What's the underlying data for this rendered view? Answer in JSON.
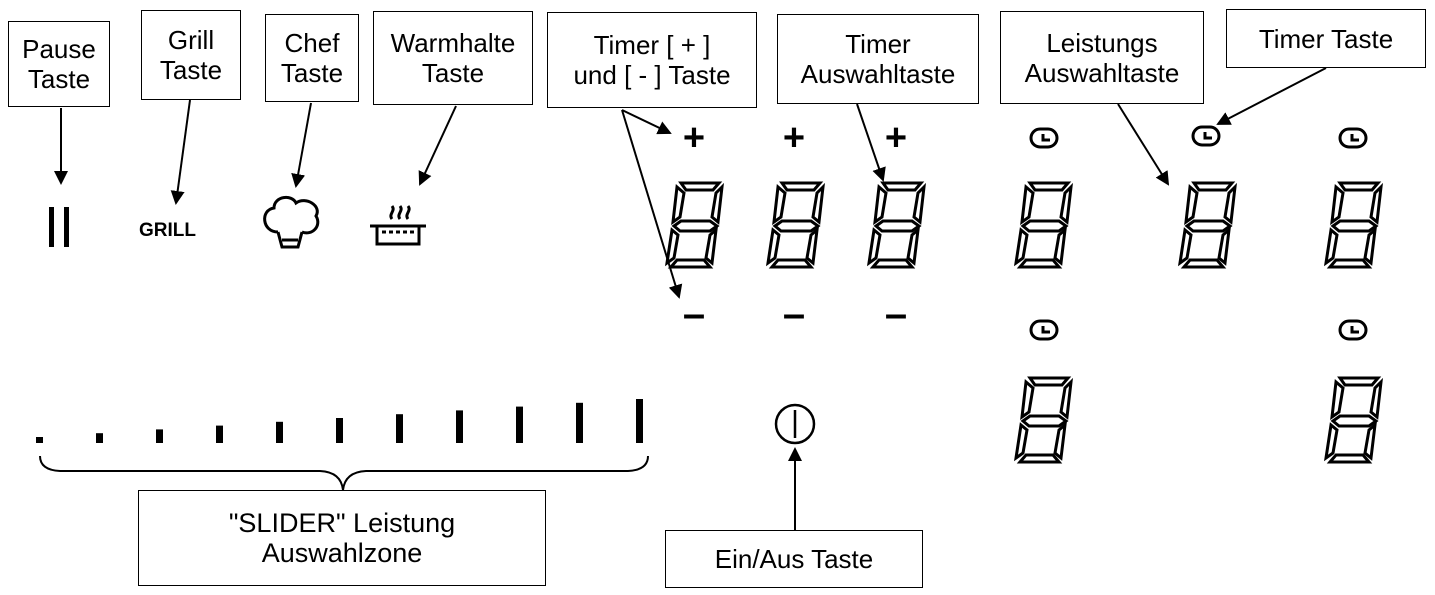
{
  "labels": {
    "pause": [
      "Pause",
      "Taste"
    ],
    "grill": [
      "Grill",
      "Taste"
    ],
    "chef": [
      "Chef",
      "Taste"
    ],
    "warm": [
      "Warmhalte",
      "Taste"
    ],
    "timer_plus_minus": [
      "Timer [ + ]",
      "und [ - ] Taste"
    ],
    "timer_select": [
      "Timer",
      "Auswahltaste"
    ],
    "power_select": [
      "Leistungs",
      "Auswahltaste"
    ],
    "timer_key": [
      "Timer Taste"
    ],
    "slider": [
      "\"SLIDER\" Leistung",
      "Auswahlzone"
    ],
    "on_off": [
      "Ein/Aus Taste"
    ]
  },
  "panel": {
    "grill_text": "GRILL",
    "plus_symbol": "+",
    "minus_symbol": "–",
    "seven_segment_digit": "8",
    "slider_steps": 11
  },
  "icons": {
    "pause": "pause-icon",
    "chef": "chef-hat-icon",
    "warm": "steaming-pot-icon",
    "clock": "clock-icon",
    "power": "power-icon"
  },
  "colors": {
    "ink": "#000000",
    "background": "#ffffff"
  }
}
